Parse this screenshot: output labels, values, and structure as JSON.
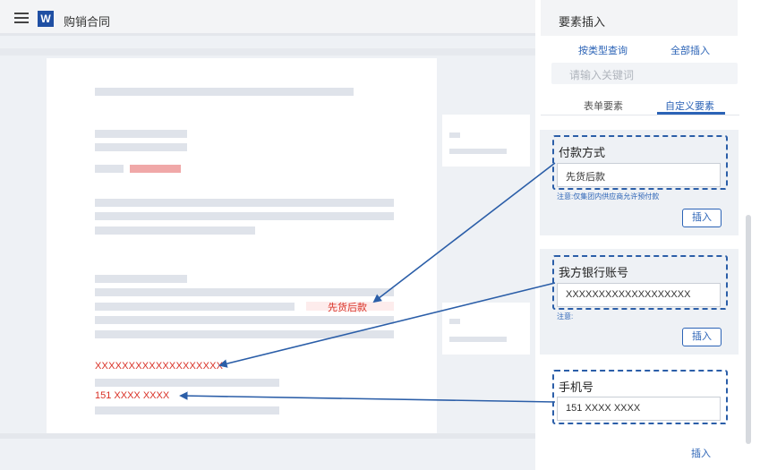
{
  "editor": {
    "doc_title": "购销合同",
    "app_icon_letter": "W",
    "filled_payment": "先货后款",
    "filled_account": "XXXXXXXXXXXXXXXXXXX",
    "filled_phone": "151 XXXX XXXX"
  },
  "panel": {
    "title": "要素插入",
    "query_by_type": "按类型查询",
    "insert_all": "全部插入",
    "search_placeholder": "请输入关键词",
    "tabs": [
      {
        "label": "表单要素",
        "active": false
      },
      {
        "label": "自定义要素",
        "active": true
      }
    ],
    "fields": [
      {
        "label": "付款方式",
        "value": "先货后款",
        "note": "注意:仅集团内供应商允许预付款",
        "button": "插入"
      },
      {
        "label": "我方银行账号",
        "value": "XXXXXXXXXXXXXXXXXXX",
        "note": "注意:",
        "button": "插入"
      },
      {
        "label": "手机号",
        "value": "151 XXXX XXXX",
        "note": "",
        "button": "插入"
      }
    ]
  },
  "colors": {
    "accent": "#2b63b6",
    "filled_text": "#d93025",
    "placeholder_line": "#dfe3ea"
  }
}
